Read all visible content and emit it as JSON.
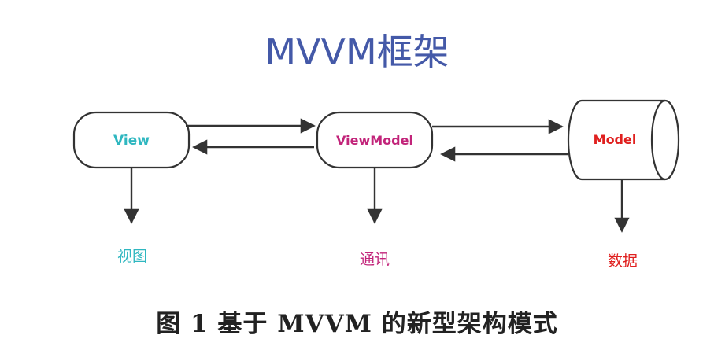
{
  "title": "MVVM框架",
  "caption": "图 1   基于 MVVM 的新型架构模式",
  "nodes": {
    "view": {
      "label": "View",
      "sub_label": "视图",
      "color": "#2fb7c0"
    },
    "viewmodel": {
      "label": "ViewModel",
      "sub_label": "通讯",
      "color": "#c2247a"
    },
    "model": {
      "label": "Model",
      "sub_label": "数据",
      "color": "#e0201f"
    }
  },
  "colors": {
    "title": "#4459a8",
    "stroke": "#333333",
    "caption": "#222222"
  }
}
